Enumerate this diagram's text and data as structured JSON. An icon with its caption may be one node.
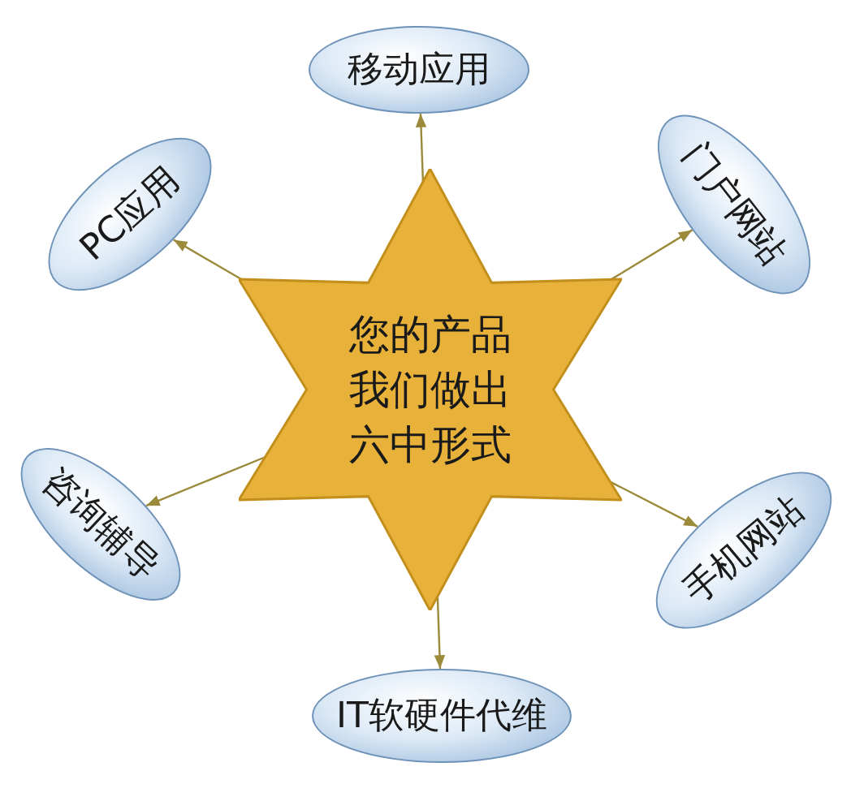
{
  "diagram": {
    "nodes": [
      {
        "text": [
          "您的产品我们做出六中形式"
        ]
      },
      {
        "text": [
          "移动应用"
        ]
      },
      {
        "text": [
          "门户网站"
        ]
      },
      {
        "text": [
          "手机网站"
        ]
      },
      {
        "text": [
          "IT软硬件代维"
        ]
      },
      {
        "text": [
          "咨询辅导"
        ]
      },
      {
        "text": [
          "PC应用"
        ]
      }
    ],
    "edges": [
      {
        "from": 0,
        "to": 1,
        "arrow": "to"
      },
      {
        "from": 0,
        "to": 2,
        "arrow": "to"
      },
      {
        "from": 0,
        "to": 3,
        "arrow": "to"
      },
      {
        "from": 0,
        "to": 4,
        "arrow": "to"
      },
      {
        "from": 0,
        "to": 5,
        "arrow": "to"
      },
      {
        "from": 0,
        "to": 6,
        "arrow": "to"
      }
    ]
  }
}
